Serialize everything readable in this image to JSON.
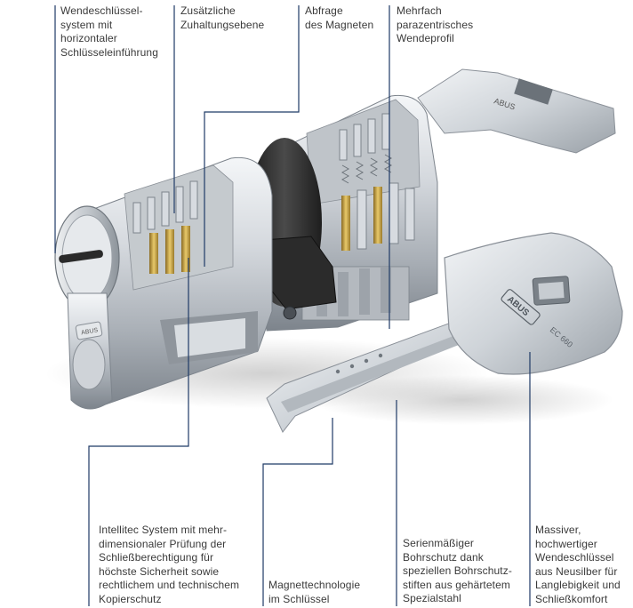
{
  "callouts": {
    "top": [
      {
        "id": "wendeschluessel",
        "text": "Wendeschlüssel-\nsystem mit\nhorizontaler\nSchlüsseleinführung"
      },
      {
        "id": "zuhaltungsebene",
        "text": "Zusätzliche\nZuhaltungsebene"
      },
      {
        "id": "magneten",
        "text": "Abfrage\ndes Magneten"
      },
      {
        "id": "wendeprofil",
        "text": "Mehrfach\nparazentrisches\nWendeprofil"
      }
    ],
    "bottom": [
      {
        "id": "intellitec",
        "text": "Intellitec System mit mehr-\ndimensionaler Prüfung der\nSchließberechtigung für\nhöchste Sicherheit sowie\nrechtlichem und technischem\nKopierschutz"
      },
      {
        "id": "magnettechnologie",
        "text": "Magnettechnologie\nim Schlüssel"
      },
      {
        "id": "bohrschutz",
        "text": "Serienmäßiger\nBohrschutz dank\nspeziellen Bohrschutz-\nstiften aus gehärtetem\nSpezialstahl"
      },
      {
        "id": "neusilber",
        "text": "Massiver,\nhochwertiger\nWendeschlüssel\naus Neusilber für\nLanglebigkeit und\nSchließkomfort"
      }
    ]
  },
  "product": {
    "brand_mark": "ABUS",
    "key_series": "EC 660"
  },
  "colors": {
    "leader_line": "#1f3a66",
    "label_text": "#3a3a3a",
    "brass_pin": "#c9a246",
    "cylinder_body": "#c8ccd1"
  }
}
